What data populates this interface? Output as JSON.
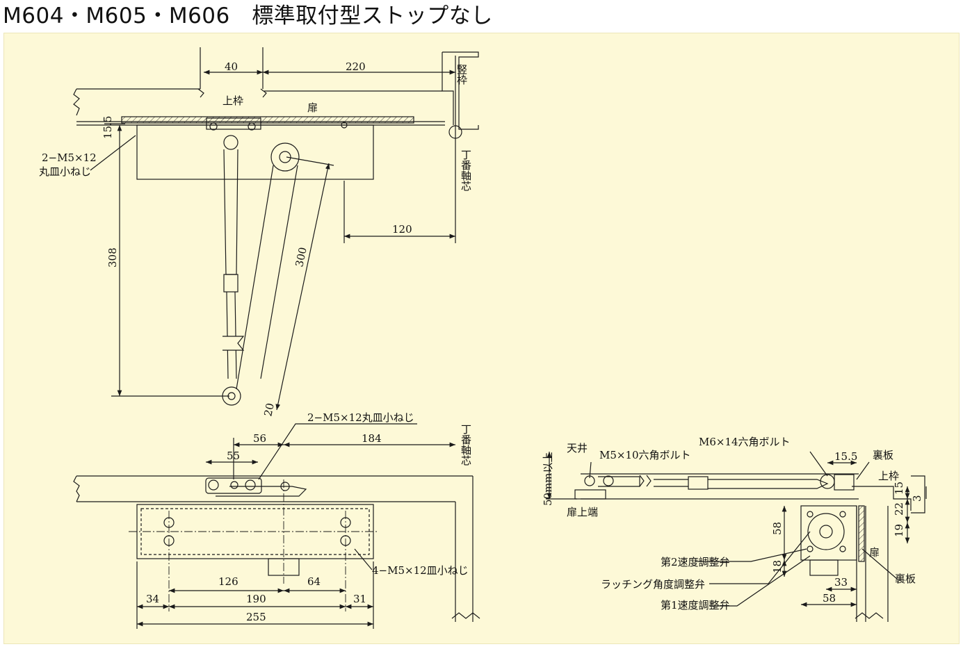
{
  "title": "M604・M605・M606　標準取付型ストップなし",
  "colors": {
    "sheet": "#fdf9d7",
    "line": "#1a1a1a",
    "hatch": "#333333"
  },
  "top_view": {
    "dims": {
      "d40": "40",
      "d220": "220",
      "d15_5": "15.5",
      "d308": "308",
      "d300": "300",
      "d120": "120",
      "d20": "20"
    },
    "labels": {
      "upper_frame": "上枠",
      "door": "扉",
      "vertical_frame": "竪枠",
      "hinge_axis": "丁番軸芯",
      "screw_line1": "2−M5×12",
      "screw_line2": "丸皿小ねじ"
    }
  },
  "front_view": {
    "dims": {
      "d56": "56",
      "d184": "184",
      "d55": "55",
      "d126": "126",
      "d64": "64",
      "d34": "34",
      "d190": "190",
      "d31": "31",
      "d255": "255"
    },
    "labels": {
      "screw_top": "2−M5×12丸皿小ねじ",
      "hinge_axis": "丁番軸芯",
      "screw_body": "4−M5×12皿小ねじ"
    }
  },
  "side_view": {
    "dims": {
      "d15_5": "15.5",
      "d15": "15",
      "d3": "3",
      "d22": "22",
      "d19": "19",
      "d58v": "58",
      "d18": "18",
      "d33": "33",
      "d58h": "58"
    },
    "labels": {
      "ceiling": "天井",
      "bolt_m5": "M5×10六角ボルト",
      "bolt_m6": "M6×14六角ボルト",
      "back_plate_top": "裏板",
      "upper_frame": "上枠",
      "min_50": "50mm以上",
      "door_top_edge": "扉上端",
      "speed2": "第2速度調整弁",
      "latching": "ラッチング角度調整弁",
      "speed1": "第1速度調整弁",
      "door": "扉",
      "back_plate_bottom": "裏板"
    }
  }
}
